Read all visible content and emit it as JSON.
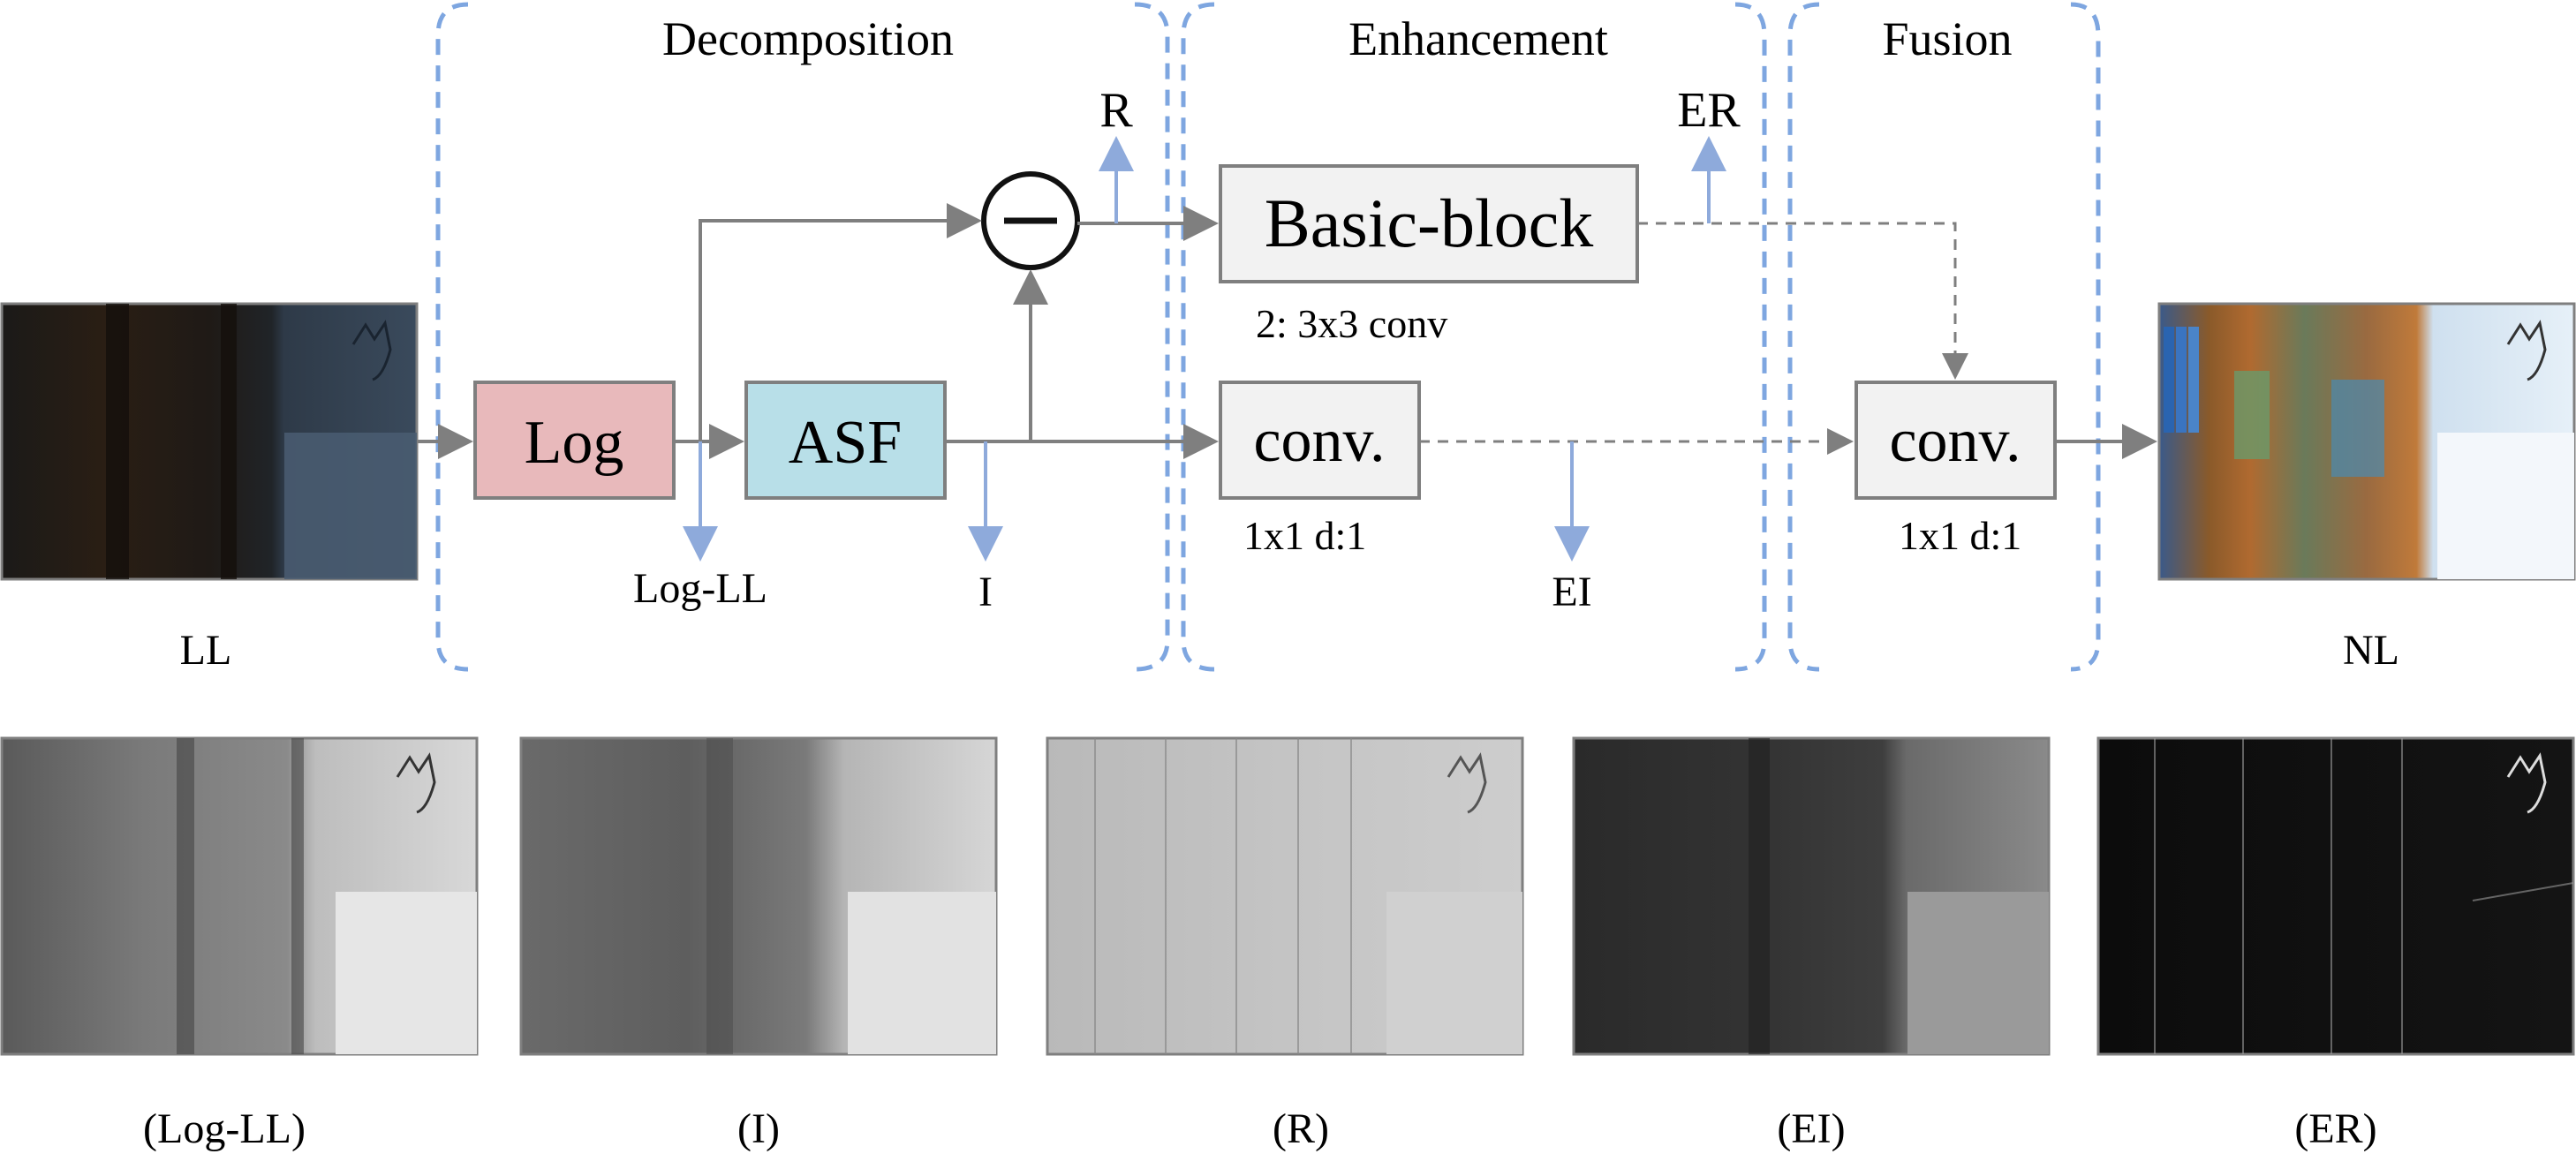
{
  "sections": {
    "decomposition": "Decomposition",
    "enhancement": "Enhancement",
    "fusion": "Fusion"
  },
  "blocks": {
    "log": "Log",
    "asf": "ASF",
    "subtract_symbol": "−",
    "basic_block": "Basic-block",
    "conv_enhancement": "conv.",
    "conv_fusion": "conv."
  },
  "annotations": {
    "basic_block_note": "2: 3x3 conv",
    "conv_enhancement_note": "1x1 d:1",
    "conv_fusion_note": "1x1 d:1"
  },
  "outputs": {
    "R": "R",
    "ER": "ER",
    "I": "I",
    "EI": "EI",
    "log_ll": "Log-LL"
  },
  "images": {
    "input_label": "LL",
    "output_label": "NL"
  },
  "thumbnails": [
    {
      "label": "(Log-LL)",
      "style": "log"
    },
    {
      "label": "(I)",
      "style": "blur"
    },
    {
      "label": "(R)",
      "style": "reflect"
    },
    {
      "label": "(EI)",
      "style": "dark"
    },
    {
      "label": "(ER)",
      "style": "edges"
    }
  ],
  "colors": {
    "log_fill": "#e8b9bb",
    "asf_fill": "#b8dfe8",
    "box_fill": "#f2f2f2",
    "box_stroke": "#7f7f7f",
    "arrow_gray": "#7f7f7f",
    "arrow_blue": "#8eaadb",
    "dash_blue": "#7ea6e0"
  }
}
